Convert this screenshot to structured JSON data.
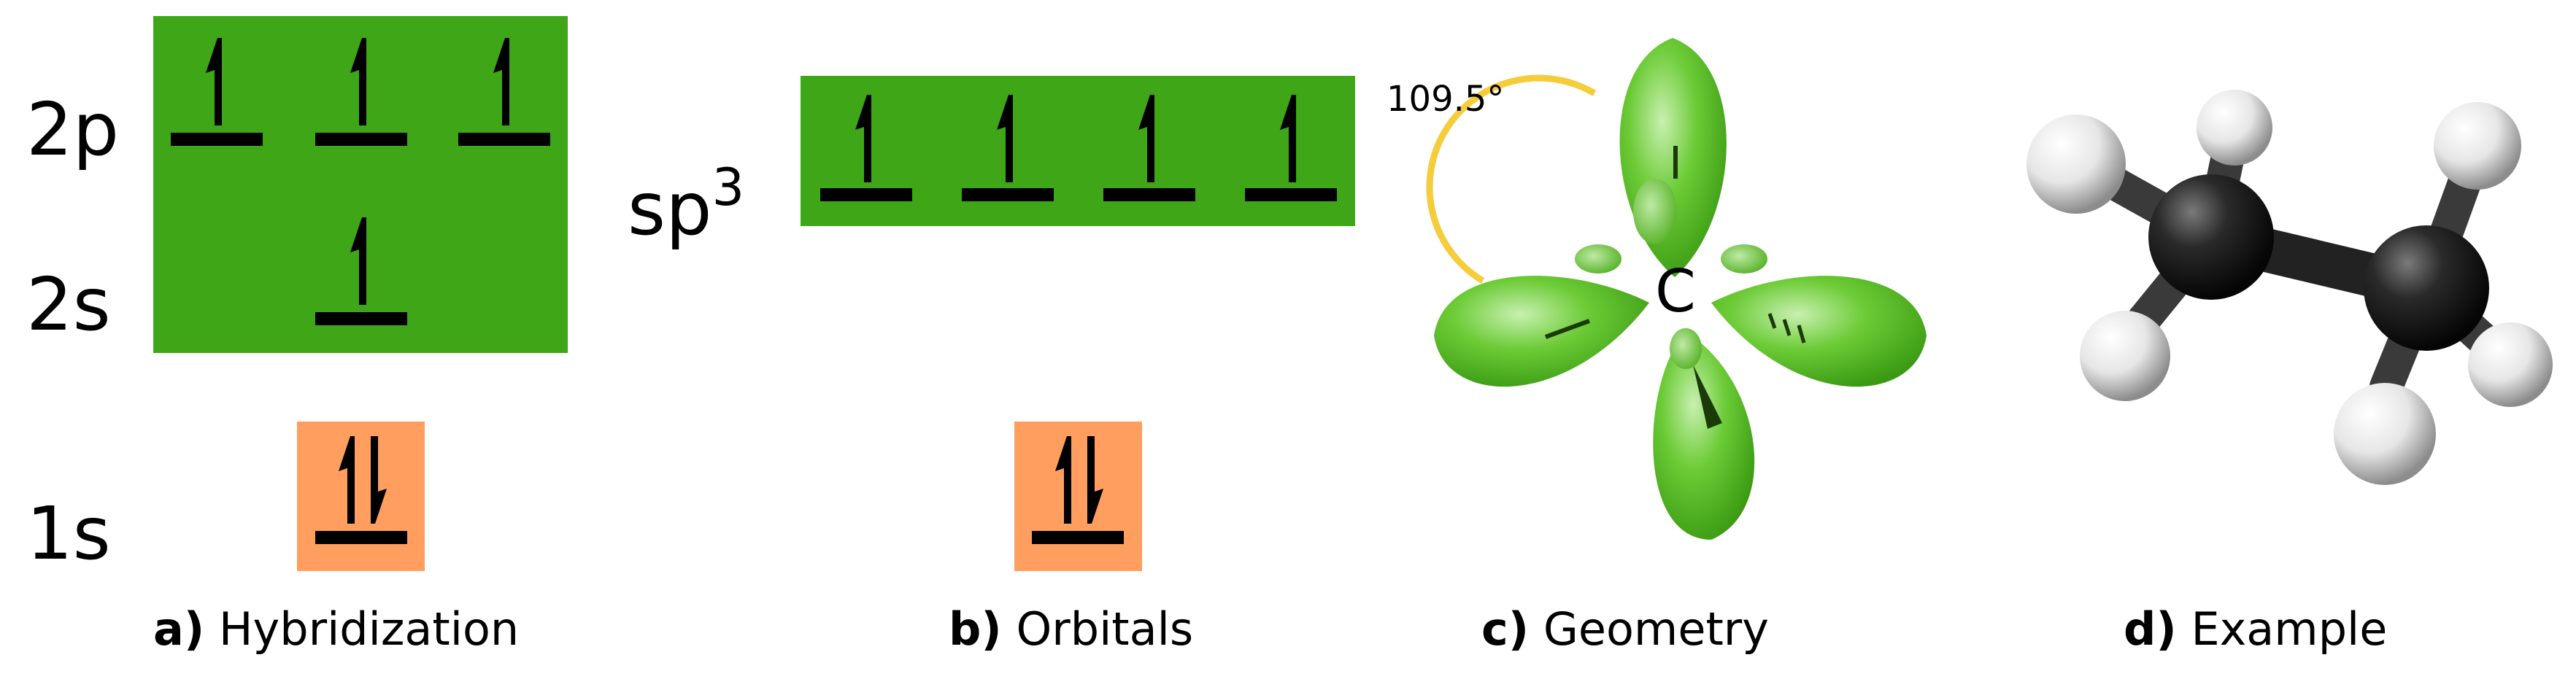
{
  "panel_a": {
    "levels": [
      "2p",
      "2s",
      "1s"
    ],
    "caption_letter": "a)",
    "caption_text": "Hybridization"
  },
  "panel_b": {
    "level_base": "sp",
    "level_sup": "3",
    "caption_letter": "b)",
    "caption_text": "Orbitals"
  },
  "panel_c": {
    "angle": "109.5°",
    "atom": "C",
    "caption_letter": "c)",
    "caption_text": "Geometry"
  },
  "panel_d": {
    "caption_letter": "d)",
    "caption_text": "Example"
  },
  "colors": {
    "orbital_box": "#3fa617",
    "core_box": "#ff9e5e",
    "lobe": "#5cbf2a",
    "angle_arc": "#f5cc3a"
  }
}
